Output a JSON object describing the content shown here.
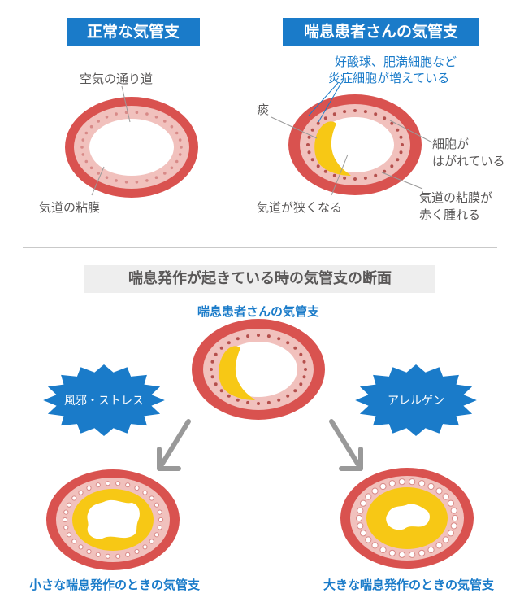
{
  "top": {
    "normal_title": "正常な気管支",
    "asthma_title": "喘息患者さんの気管支",
    "normal_labels": {
      "air_path": "空気の通り道",
      "mucosa": "気道の粘膜"
    },
    "asthma_labels": {
      "cells_line1": "好酸球、肥満細胞など",
      "cells_line2": "炎症細胞が増えている",
      "phlegm": "痰",
      "peeling_line1": "細胞が",
      "peeling_line2": "はがれている",
      "narrow": "気道が狭くなる",
      "swollen_line1": "気道の粘膜が",
      "swollen_line2": "赤く腫れる"
    }
  },
  "bottom": {
    "section_title": "喘息発作が起きている時の気管支の断面",
    "center_caption": "喘息患者さんの気管支",
    "trigger_left": "風邪・ストレス",
    "trigger_right": "アレルゲン",
    "small_attack": "小さな喘息発作のときの気管支",
    "large_attack": "大きな喘息発作のときの気管支"
  },
  "colors": {
    "title_blue": "#1a7bc9",
    "outer_wall": "#d9524f",
    "mucosa": "#f1c1bd",
    "dots": "#b5504d",
    "phlegm": "#f7c815",
    "arrow": "#999999"
  }
}
